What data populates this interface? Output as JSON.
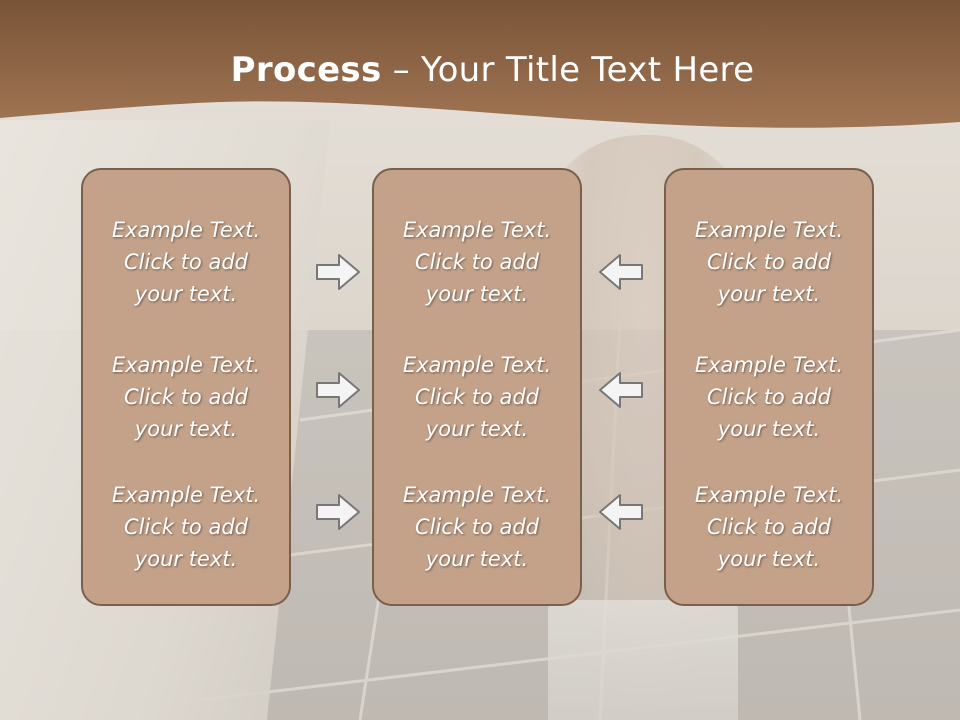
{
  "slide": {
    "title_bold": "Process",
    "title_rest": " – Your Title Text Here",
    "colors": {
      "header": "#8a6347",
      "panel_fill": "#c4a289",
      "panel_border": "#7a5f4b",
      "text": "#ffffff"
    }
  },
  "columns": [
    {
      "name": "left",
      "items": [
        {
          "line1": "Example Text.",
          "line2": "Click  to add",
          "line3": "your text."
        },
        {
          "line1": "Example Text.",
          "line2": "Click  to add",
          "line3": "your text."
        },
        {
          "line1": "Example Text.",
          "line2": "Click  to add",
          "line3": "your text."
        }
      ]
    },
    {
      "name": "center",
      "items": [
        {
          "line1": "Example Text.",
          "line2": "Click  to add",
          "line3": "your text."
        },
        {
          "line1": "Example Text.",
          "line2": "Click  to add",
          "line3": "your text."
        },
        {
          "line1": "Example Text.",
          "line2": "Click  to add",
          "line3": "your text."
        }
      ]
    },
    {
      "name": "right",
      "items": [
        {
          "line1": "Example Text.",
          "line2": "Click  to add",
          "line3": "your text."
        },
        {
          "line1": "Example Text.",
          "line2": "Click  to add",
          "line3": "your text."
        },
        {
          "line1": "Example Text.",
          "line2": "Click  to add",
          "line3": "your text."
        }
      ]
    }
  ],
  "arrows": {
    "left_to_center": "arrow-right-icon",
    "right_to_center": "arrow-left-icon"
  }
}
